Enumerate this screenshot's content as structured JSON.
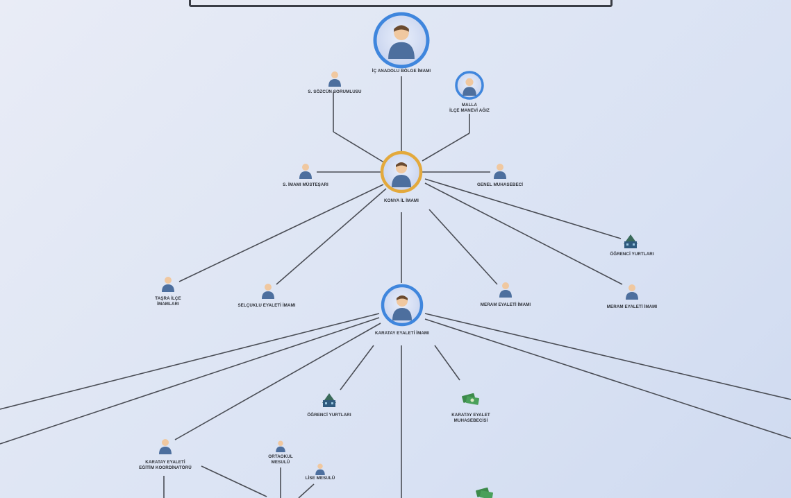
{
  "diagram": {
    "type": "organization-chart",
    "nodes": [
      {
        "id": "bolge",
        "kind": "person-large",
        "lines": [
          "İÇ ANADOLU BÖLGE İMAMI"
        ]
      },
      {
        "id": "s_sohbet",
        "kind": "person",
        "lines": [
          "S. SÖZCÜN SORUMLUSU"
        ]
      },
      {
        "id": "malla",
        "kind": "person-medium",
        "lines": [
          "MALLA",
          "İLÇE MANEVİ AĞIZ"
        ]
      },
      {
        "id": "s_imam_mustesari",
        "kind": "person",
        "lines": [
          "S. İMAMI MÜSTEŞARI"
        ]
      },
      {
        "id": "genel_muhasebeci",
        "kind": "person",
        "lines": [
          "GENEL MUHASEBECİ"
        ]
      },
      {
        "id": "konya_il",
        "kind": "person-gold",
        "lines": [
          "KONYA İL İMAMI"
        ]
      },
      {
        "id": "ogrenci_yurtlari_top",
        "kind": "building",
        "lines": [
          "ÖĞRENCİ YURTLARI"
        ]
      },
      {
        "id": "tasra_ilce",
        "kind": "person",
        "lines": [
          "TAŞRA İLÇE",
          "İMAMLARI"
        ]
      },
      {
        "id": "selcuklu",
        "kind": "person",
        "lines": [
          "SELÇUKLU EYALETİ İMAMI"
        ]
      },
      {
        "id": "meram_top",
        "kind": "person",
        "lines": [
          "MERAM EYALETİ İMAMI"
        ]
      },
      {
        "id": "meram",
        "kind": "person",
        "lines": [
          "MERAM EYALETİ İMAMI"
        ]
      },
      {
        "id": "karatay",
        "kind": "person-medium",
        "lines": [
          "KARATAY EYALETİ İMAMI"
        ]
      },
      {
        "id": "ogrenci_yurtlari",
        "kind": "building",
        "lines": [
          "ÖĞRENCİ YURTLARI"
        ]
      },
      {
        "id": "karatay_muhasebe",
        "kind": "money",
        "lines": [
          "KARATAY EYALET",
          "MUHASEBECİSİ"
        ]
      },
      {
        "id": "karatay_egitim",
        "kind": "person",
        "lines": [
          "KARATAY EYALETİ",
          "EĞİTİM KOORDİNATÖRÜ"
        ]
      },
      {
        "id": "ortaokul",
        "kind": "person-small",
        "lines": [
          "ORTAOKUL",
          "MESULÜ"
        ]
      },
      {
        "id": "lise",
        "kind": "person-small",
        "lines": [
          "LİSE MESULÜ"
        ]
      }
    ]
  }
}
